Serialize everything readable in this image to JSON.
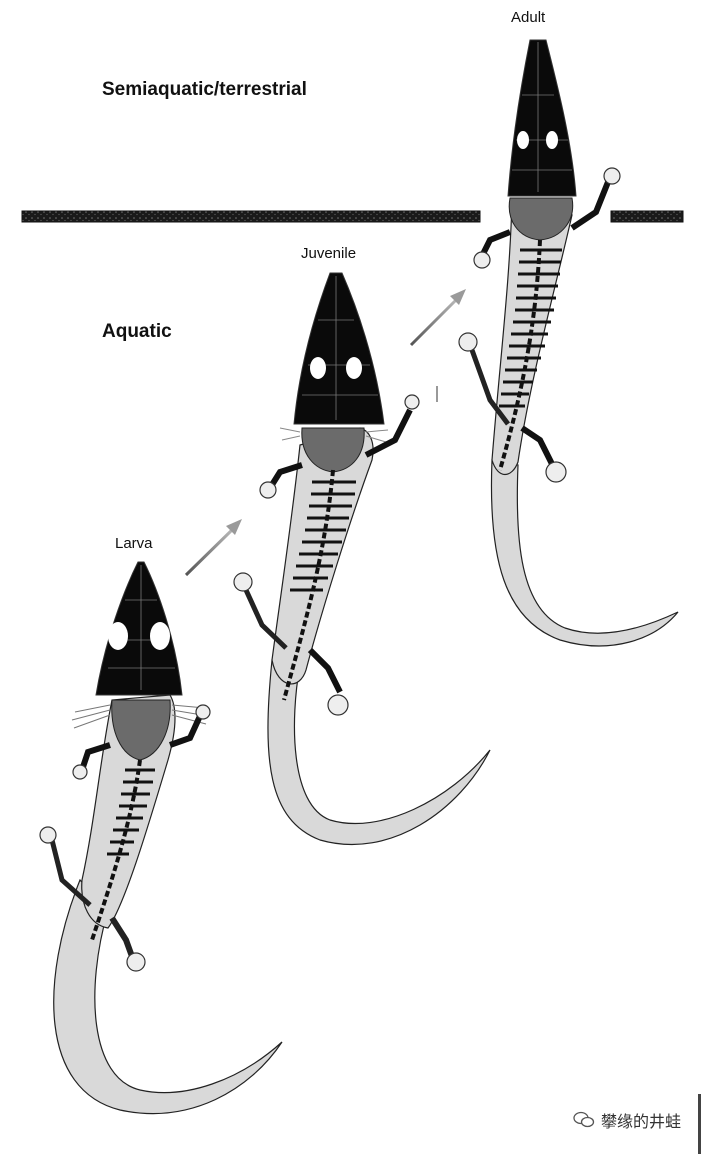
{
  "labels": {
    "semiaquatic": "Semiaquatic/terrestrial",
    "aquatic": "Aquatic",
    "adult": "Adult",
    "juvenile": "Juvenile",
    "larva": "Larva"
  },
  "watermark": {
    "text": "攀缘的井蛙",
    "icon": "wechat-icon"
  },
  "colors": {
    "skull": "#0a0a0a",
    "body": "#d9d9d9",
    "gill_region": "#6b6b6b",
    "ground_line": "#222222",
    "arrow": "#8c8c8c"
  }
}
